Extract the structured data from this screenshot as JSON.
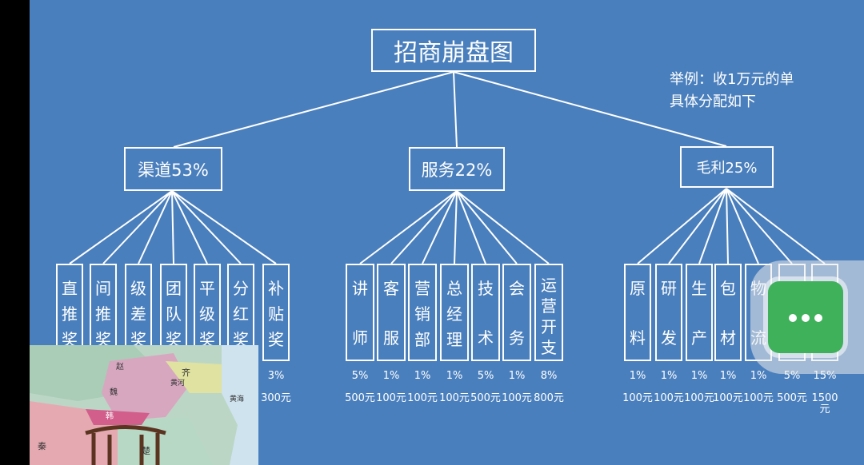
{
  "diagram": {
    "title": "招商崩盘图",
    "note": [
      "举例：收1万元的单",
      "具体分配如下"
    ],
    "groups": [
      {
        "label": "渠道53%",
        "items": [
          {
            "chars": [
              "直",
              "推",
              "奖"
            ],
            "pct": "",
            "amt": ""
          },
          {
            "chars": [
              "间",
              "推",
              "奖"
            ],
            "pct": "",
            "amt": ""
          },
          {
            "chars": [
              "级",
              "差",
              "奖"
            ],
            "pct": "",
            "amt": ""
          },
          {
            "chars": [
              "团",
              "队",
              "奖"
            ],
            "pct": "",
            "amt": ""
          },
          {
            "chars": [
              "平",
              "级",
              "奖"
            ],
            "pct": "",
            "amt": ""
          },
          {
            "chars": [
              "分",
              "红",
              "奖"
            ],
            "pct": "",
            "amt": ""
          },
          {
            "chars": [
              "补",
              "贴",
              "奖"
            ],
            "pct": "3%",
            "amt": "300元"
          }
        ]
      },
      {
        "label": "服务22%",
        "items": [
          {
            "chars": [
              "讲",
              "",
              "师"
            ],
            "pct": "5%",
            "amt": "500元"
          },
          {
            "chars": [
              "客",
              "",
              "服"
            ],
            "pct": "1%",
            "amt": "100元"
          },
          {
            "chars": [
              "营",
              "销",
              "部"
            ],
            "pct": "1%",
            "amt": "100元"
          },
          {
            "chars": [
              "总",
              "经",
              "理"
            ],
            "pct": "1%",
            "amt": "100元"
          },
          {
            "chars": [
              "技",
              "",
              "术"
            ],
            "pct": "5%",
            "amt": "500元"
          },
          {
            "chars": [
              "会",
              "",
              "务"
            ],
            "pct": "1%",
            "amt": "100元"
          },
          {
            "chars": [
              "运",
              "营",
              "开",
              "支"
            ],
            "pct": "8%",
            "amt": "800元"
          }
        ]
      },
      {
        "label": "毛利25%",
        "items": [
          {
            "chars": [
              "原",
              "",
              "料"
            ],
            "pct": "1%",
            "amt": "100元"
          },
          {
            "chars": [
              "研",
              "",
              "发"
            ],
            "pct": "1%",
            "amt": "100元"
          },
          {
            "chars": [
              "生",
              "产"
            ],
            "pct": "1%",
            "amt": "100元"
          },
          {
            "chars": [
              "包",
              "",
              "材"
            ],
            "pct": "1%",
            "amt": "100元"
          },
          {
            "chars": [
              "物",
              "",
              "流"
            ],
            "pct": "1%",
            "amt": "100元"
          },
          {
            "chars": [],
            "pct": "5%",
            "amt": "500元"
          },
          {
            "chars": [],
            "pct": "15%",
            "amt": "1500元"
          }
        ]
      }
    ]
  },
  "video": {
    "map_labels": [
      "赵",
      "魏",
      "齐",
      "黄河",
      "韩",
      "秦",
      "楚",
      "黄海"
    ]
  },
  "colors": {
    "background": "#4a7fbd",
    "accent_green": "#3eb15a"
  }
}
